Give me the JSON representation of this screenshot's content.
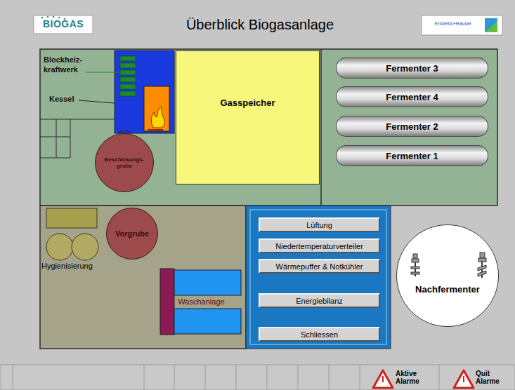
{
  "diagram": {
    "title": "Überblick Biogasanlage",
    "nodes": [
      {
        "text": [
          "Gasspeicher"
        ]
      },
      {
        "text": [
          "Fermenter 3"
        ]
      },
      {
        "text": [
          "Fermenter 4"
        ]
      },
      {
        "text": [
          "Fermenter 2"
        ]
      },
      {
        "text": [
          "Fermenter 1"
        ]
      },
      {
        "text": [
          "Beschickungs-grube"
        ]
      },
      {
        "text": [
          "Vorgrube"
        ]
      },
      {
        "text": [
          "Lüftung"
        ]
      },
      {
        "text": [
          "Niedertemperaturverteiler"
        ]
      },
      {
        "text": [
          "Wärmepuffer & Notkühler"
        ]
      },
      {
        "text": [
          "Waschanlage"
        ]
      },
      {
        "text": [
          "Nachfermenter"
        ]
      },
      {
        "text": [
          "Energiebilanz"
        ]
      },
      {
        "text": [
          "Schliessen"
        ]
      },
      {
        "text": [
          "Aktive Alarme"
        ]
      },
      {
        "text": [
          "Quit Alarme"
        ]
      }
    ],
    "labels": [
      "BIOGAS",
      "Endress+Hauser",
      "Blockheiz-kraftwerk",
      "Kessel",
      "Hygienisierung"
    ]
  }
}
